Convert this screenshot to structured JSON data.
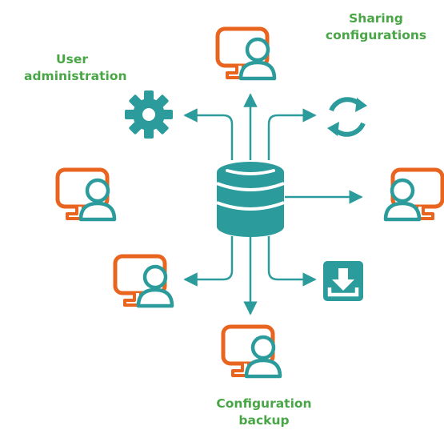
{
  "labels": {
    "sharing_configurations": [
      "Sharing",
      "configurations"
    ],
    "user_administration": [
      "User",
      "administration"
    ],
    "configuration_backup": [
      "Configuration",
      "backup"
    ]
  },
  "icons": {
    "center": "database-icon",
    "top": "user-workstation-icon",
    "top_left": "gear-icon",
    "top_right": "sync-icon",
    "left": "user-workstation-icon",
    "right": "user-workstation-icon",
    "bottom_left": "user-workstation-icon",
    "bottom": "user-workstation-icon",
    "bottom_right": "download-icon"
  },
  "colors": {
    "teal": "#2b9b9c",
    "orange": "#e8641f",
    "label_green": "#49a646",
    "white": "#ffffff"
  }
}
